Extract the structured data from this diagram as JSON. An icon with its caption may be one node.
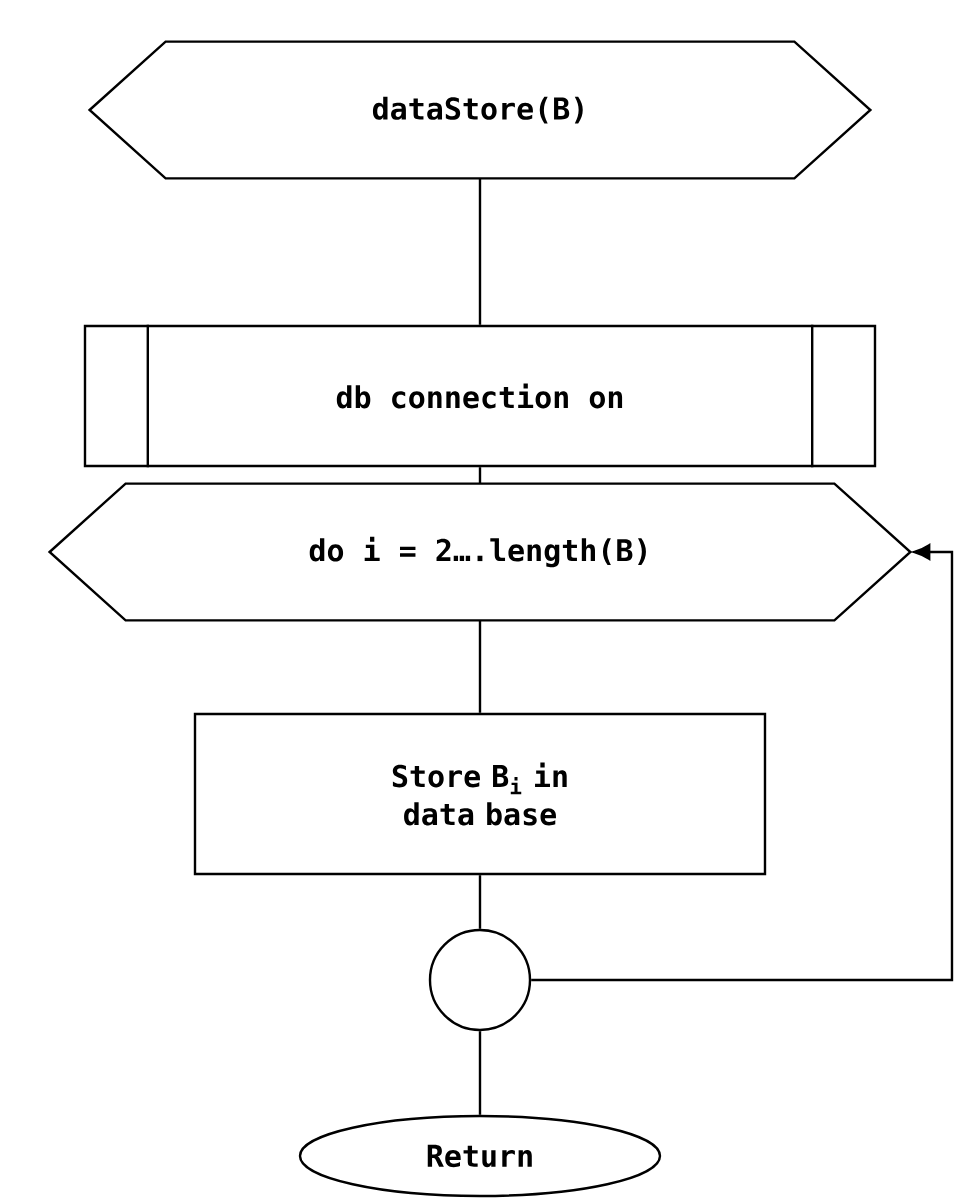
{
  "diagram": {
    "nodes": [
      {
        "text": [
          "dataStore(B)"
        ]
      },
      {
        "text": [
          "db connection on"
        ]
      },
      {
        "text": [
          "do i = 2….length(B)"
        ]
      },
      {
        "text": [
          "Store B$_{i}$ in data base"
        ]
      },
      {
        "text": [],
        "shape": "circle"
      },
      {
        "text": [
          "Return"
        ]
      }
    ],
    "edges": [
      {
        "from": 0,
        "to": 1,
        "arrow": "none"
      },
      {
        "from": 1,
        "to": 2,
        "arrow": "none"
      },
      {
        "from": 2,
        "to": 3,
        "arrow": "none"
      },
      {
        "from": 3,
        "to": 4,
        "arrow": "none"
      },
      {
        "from": 4,
        "to": 5,
        "arrow": "none"
      },
      {
        "from": 4,
        "to": 2,
        "arrow": "to"
      }
    ]
  }
}
